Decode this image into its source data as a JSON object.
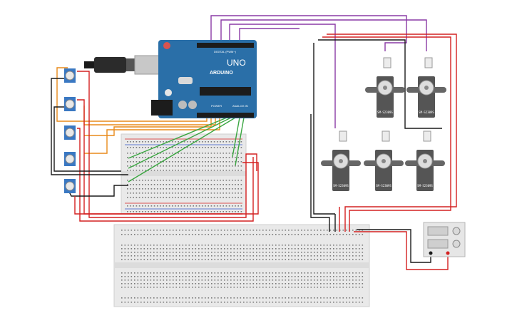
{
  "canvas": {
    "background": "#ffffff"
  },
  "arduino": {
    "brand": "ARDUINO",
    "model": "UNO",
    "digital_label": "DIGITAL (PWM~)",
    "power_label": "POWER",
    "analog_label": "ANALOG IN",
    "board_color": "#2a6fa8",
    "icon": "arduino-uno-board"
  },
  "servos": [
    {
      "model": "SM-S2309S"
    },
    {
      "model": "SM-S2309S"
    },
    {
      "model": "SM-S2309S"
    },
    {
      "model": "SM-S2309S"
    },
    {
      "model": "SM-S2309S"
    }
  ],
  "potentiometers": {
    "count": 5,
    "icon": "potentiometer-icon"
  },
  "power_supply": {
    "icon": "dc-power-supply-icon"
  },
  "wire_colors": {
    "red": "#d42020",
    "black": "#1a1a1a",
    "orange": "#e88a1a",
    "green": "#3aa640",
    "purple": "#8a3aa6"
  },
  "usb": {
    "icon": "usb-cable-icon"
  }
}
